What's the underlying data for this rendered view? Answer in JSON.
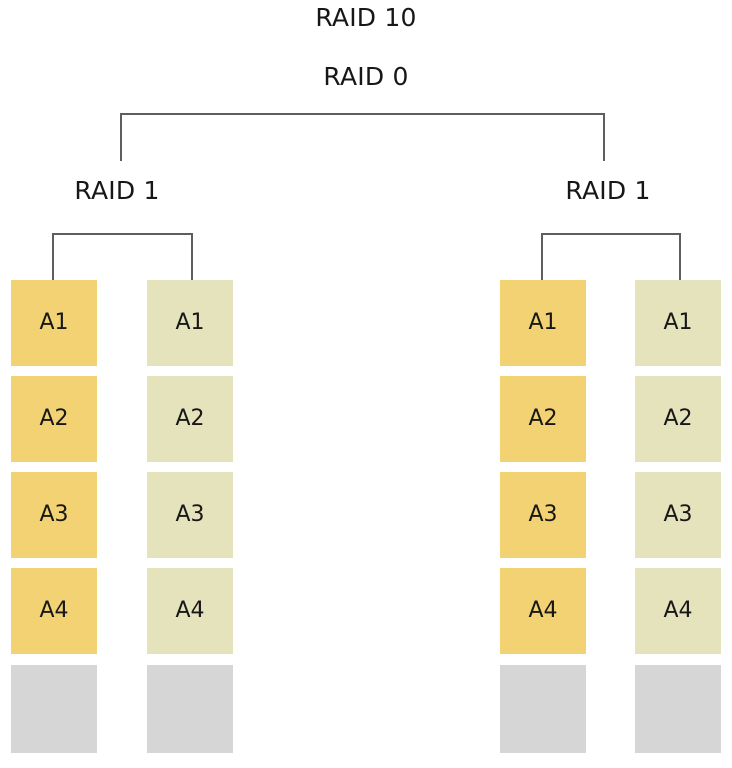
{
  "diagram": {
    "title": "RAID 10",
    "stripe_label": "RAID 0",
    "mirror_labels": {
      "left": "RAID 1",
      "right": "RAID 1"
    },
    "colors": {
      "primary_block": "#F2D272",
      "mirror_block": "#E4E3BC",
      "empty_block": "#D6D6D6",
      "connector_line": "#5E5E5E",
      "text": "#171717",
      "background": "#FFFFFF"
    },
    "columns": [
      {
        "id": "mirror-left-disk-1",
        "role": "primary",
        "blocks": [
          "A1",
          "A2",
          "A3",
          "A4",
          ""
        ]
      },
      {
        "id": "mirror-left-disk-2",
        "role": "mirror",
        "blocks": [
          "A1",
          "A2",
          "A3",
          "A4",
          ""
        ]
      },
      {
        "id": "mirror-right-disk-1",
        "role": "primary",
        "blocks": [
          "A1",
          "A2",
          "A3",
          "A4",
          ""
        ]
      },
      {
        "id": "mirror-right-disk-2",
        "role": "mirror",
        "blocks": [
          "A1",
          "A2",
          "A3",
          "A4",
          ""
        ]
      }
    ]
  }
}
